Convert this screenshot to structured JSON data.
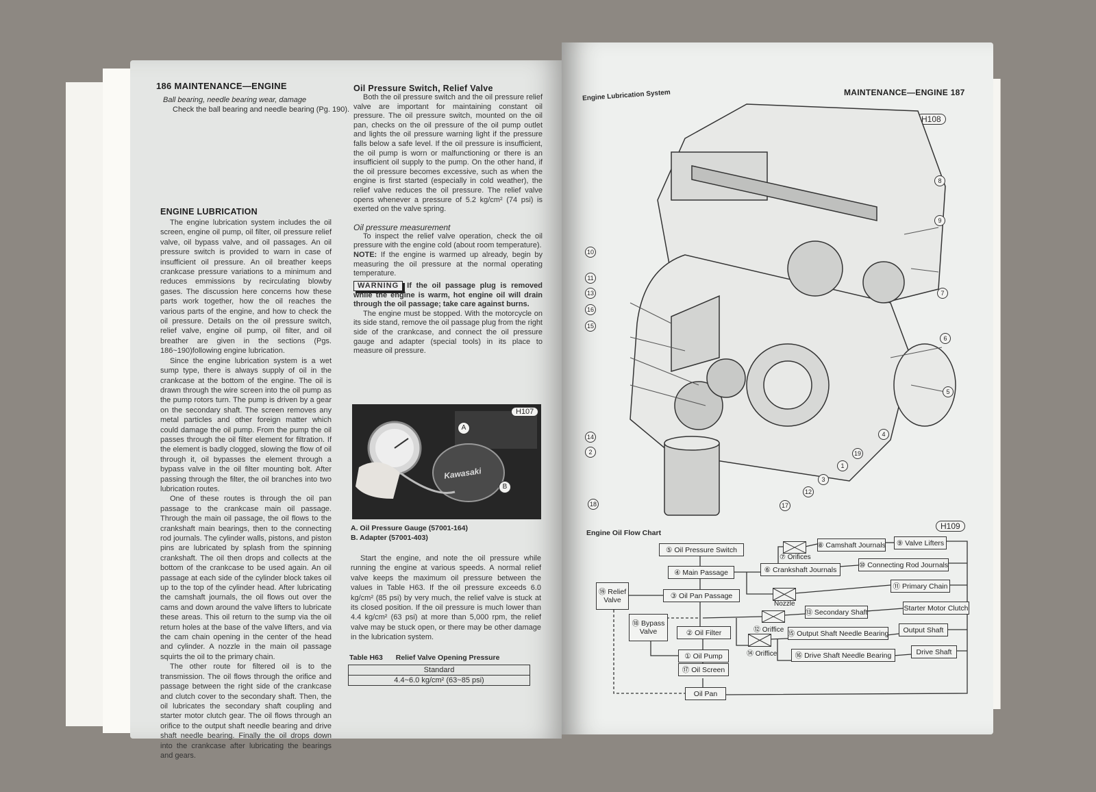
{
  "left_page": {
    "header": "186 MAINTENANCE—ENGINE",
    "intro_heading": "Ball bearing, needle bearing wear, damage",
    "intro_text": "Check the ball bearing and needle bearing (Pg. 190).",
    "section_heading": "ENGINE LUBRICATION",
    "paragraphs": [
      "The engine lubrication system includes the oil screen, engine oil pump, oil filter, oil pressure relief valve, oil bypass valve, and oil passages. An oil pressure switch is provided to warn in case of insufficient oil pressure. An oil breather keeps crankcase pressure variations to a minimum and reduces emmissions by recirculating blowby gases. The discussion here concerns how these parts work together, how the oil reaches the various parts of the engine, and how to check the oil pressure. Details on the oil pressure switch, relief valve, engine oil pump, oil filter, and oil breather are given in the sections (Pgs. 186~190)following engine lubrication.",
      "Since the engine lubrication system is a wet sump type, there is always supply of oil in the crankcase at the bottom of the engine. The oil is drawn through the wire screen into the oil pump as the pump rotors turn. The pump is driven by a gear on the secondary shaft. The screen removes any metal particles and other foreign matter which could damage the oil pump. From the pump the oil passes through the oil filter element for filtration. If the element is badly clogged, slowing the flow of oil through it, oil bypasses the element through a bypass valve in the oil filter mounting bolt. After passing through the filter, the oil branches into two lubrication routes.",
      "One of these routes is through the oil pan passage to the crankcase main oil passage. Through the main oil passage, the oil flows to the crankshaft main bearings, then to the connecting rod journals. The cylinder walls, pistons, and piston pins are lubricated by splash from the spinning crankshaft. The oil then drops and collects at the bottom of the crankcase to be used again. An oil passage at each side of the cylinder block takes oil up to the top of the cylinder head. After lubricating the camshaft journals, the oil flows out over the cams and down around the valve lifters to lubricate these areas. This oil return to the sump via the oil return holes at the base of the valve lifters, and via the cam chain opening in the center of the head and cylinder. A nozzle in the main oil passage squirts the oil to the primary chain.",
      "The other route for filtered oil is to the transmission. The oil flows through the orifice and passage between the right side of the crankcase and clutch cover to the secondary shaft. Then, the oil lubricates the secondary shaft coupling and starter motor clutch gear. The oil flows through an orifice to the output shaft needle bearing and drive shaft needle bearing. Finally the oil drops down into the crankcase after lubricating the bearings and gears."
    ],
    "switch_heading": "Oil Pressure Switch, Relief Valve",
    "switch_text": "Both the oil pressure switch and the oil pressure relief valve are important for maintaining constant oil pressure. The oil pressure switch, mounted on the oil pan, checks on the oil pressure of the oil pump outlet and lights the oil pressure warning light if the pressure falls below a safe level. If the oil pressure is insufficient, the oil pump is worn or malfunctioning or there is an insufficient oil supply to the pump. On the other hand, if the oil pressure becomes excessive, such as when the engine is first started (especially in cold weather), the relief valve reduces the oil pressure. The relief valve opens whenever a pressure of 5.2 kg/cm² (74 psi) is exerted on the valve spring.",
    "measure_heading": "Oil pressure measurement",
    "measure_text": "To inspect the relief valve operation, check the oil pressure with the engine cold (about room temperature).",
    "note_label": "NOTE:",
    "note_text": "If the engine is warmed up already, begin by measuring the oil pressure at the normal operating temperature.",
    "warning_label": "WARNING",
    "warning_text": "If the oil passage plug is removed while the engine is warm, hot engine oil will drain through the oil passage; take care against burns.",
    "stop_text": "The engine must be stopped. With the motorcycle on its side stand, remove the oil passage plug from the right side of the crankcase, and connect the oil pressure gauge and adapter (special tools) in its place to measure oil pressure.",
    "photo": {
      "tag": "H107",
      "brand": "Kawasaki",
      "marker_a": "A",
      "marker_b": "B"
    },
    "captions": [
      "A. Oil Pressure Gauge (57001-164)",
      "B. Adapter (57001-403)"
    ],
    "start_text": "Start the engine, and note the oil pressure while running the engine at various speeds. A normal relief valve keeps the maximum oil pressure between the values in Table H63. If the oil pressure exceeds 6.0 kg/cm² (85 psi) by very much, the relief valve is stuck at its closed position. If the oil pressure is much lower than 4.4 kg/cm² (63 psi) at more than 5,000 rpm, the relief valve may be stuck open, or there may be other damage in the lubrication system.",
    "table": {
      "id": "Table H63",
      "title": "Relief Valve Opening Pressure",
      "header": "Standard",
      "value": "4.4~6.0 kg/cm² (63~85 psi)"
    }
  },
  "right_page": {
    "figure_title": "Engine Lubrication System",
    "header": "MAINTENANCE—ENGINE 187",
    "engine_tag": "H108",
    "callouts": [
      "8",
      "9",
      "10",
      "11",
      "13",
      "16",
      "15",
      "7",
      "6",
      "5",
      "4",
      "14",
      "2",
      "19",
      "1",
      "3",
      "12",
      "17",
      "18"
    ],
    "flow_title": "Engine Oil Flow Chart",
    "flow_tag": "H109",
    "flow": {
      "oil_pressure_switch": "⑤ Oil Pressure Switch",
      "main_passage": "④ Main Passage",
      "oil_pan_passage": "③ Oil Pan Passage",
      "relief_valve": "⑲ Relief Valve",
      "bypass_valve": "⑱ Bypass Valve",
      "oil_filter": "② Oil Filter",
      "oil_pump": "① Oil Pump",
      "oil_screen": "⑰ Oil Screen",
      "oil_pan": "Oil Pan",
      "orifices": "⑦ Orifices",
      "camshaft_journals": "⑧ Camshaft Journals",
      "valve_lifters": "⑨ Valve Lifters",
      "crankshaft_journals": "⑥ Crankshaft Journals",
      "connecting_rod_journals": "⑩ Connecting Rod Journals",
      "nozzle": "Nozzle",
      "primary_chain": "⑪ Primary Chain",
      "orifice_12": "⑫ Oriffice",
      "secondary_shaft": "⑬ Secondary Shaft",
      "starter_motor_clutch": "Starter Motor Clutch",
      "orifice_14": "⑭ Oriffice",
      "output_shaft_needle_bearing": "⑮ Output Shaft Needle Bearing",
      "output_shaft": "Output Shaft",
      "drive_shaft_needle_bearing": "⑯ Drive Shaft Needle Bearing",
      "drive_shaft": "Drive Shaft"
    }
  }
}
